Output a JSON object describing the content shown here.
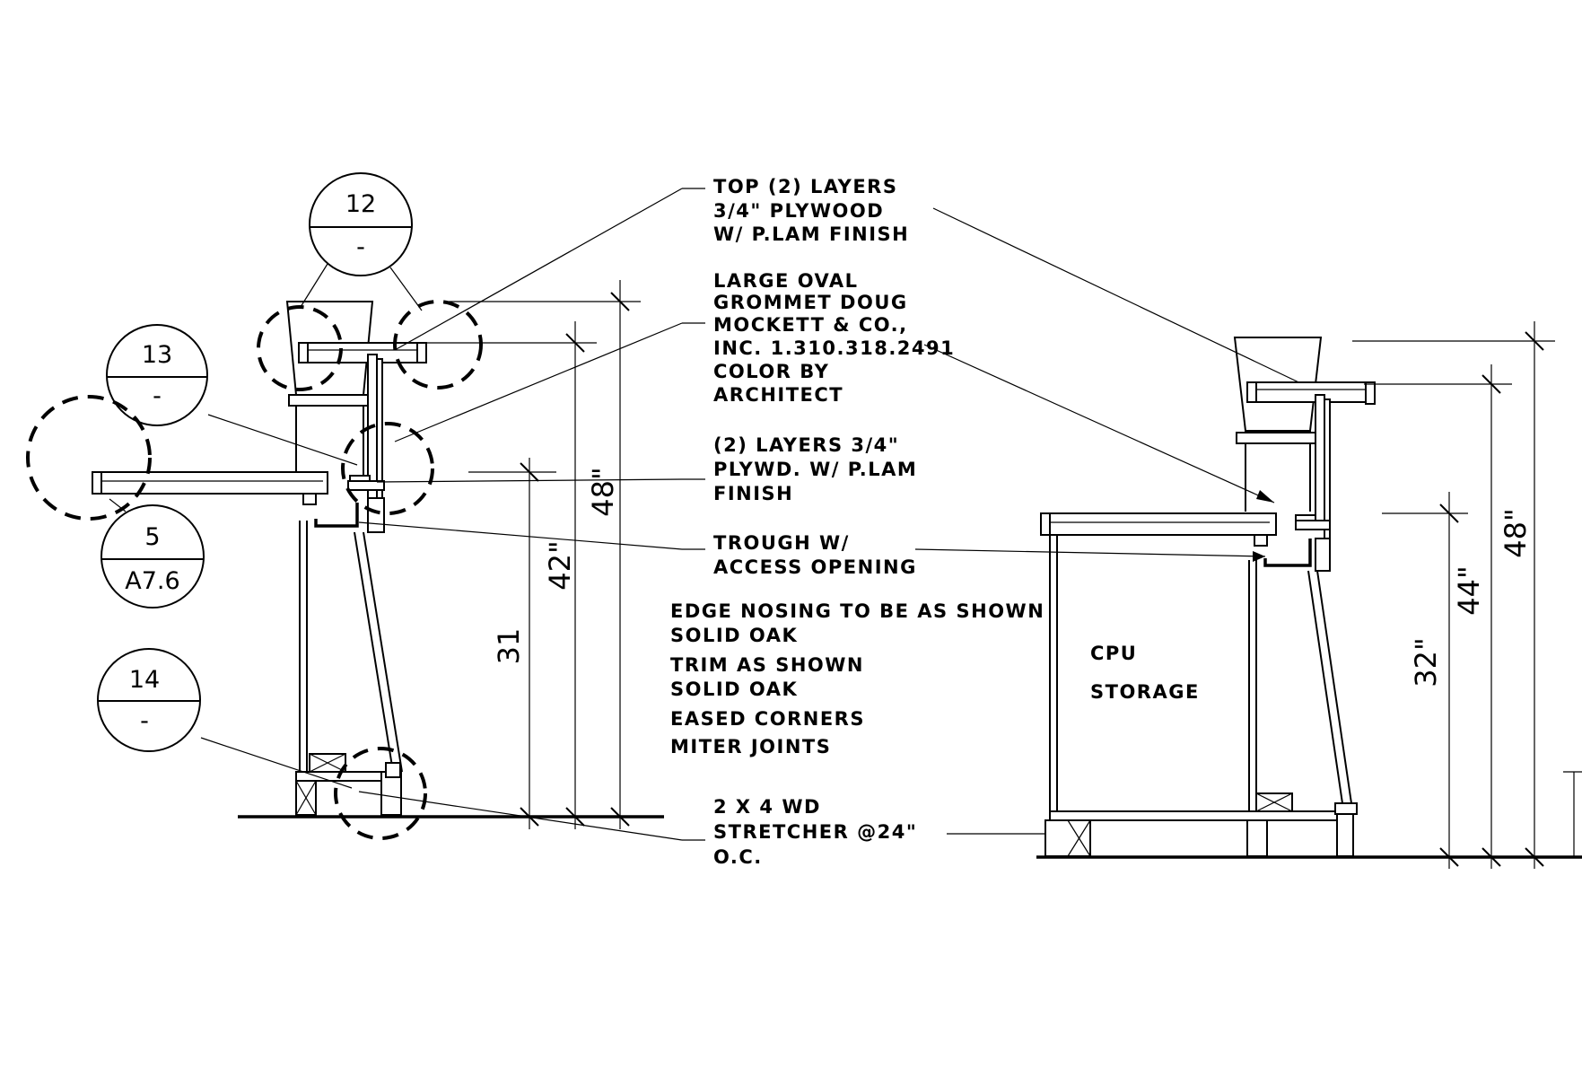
{
  "notes": {
    "top_layers": [
      "TOP (2) LAYERS",
      "3/4\" PLYWOOD",
      "W/ P.LAM FINISH"
    ],
    "grommet": [
      "LARGE OVAL",
      "GROMMET DOUG",
      "MOCKETT & CO.,",
      "INC. 1.310.318.2491",
      "COLOR BY",
      "ARCHITECT"
    ],
    "layers_plywd": [
      "(2) LAYERS 3/4\"",
      "PLYWD. W/ P.LAM",
      "FINISH"
    ],
    "trough": [
      "TROUGH W/",
      "ACCESS OPENING"
    ],
    "finish_notes": [
      "EDGE NOSING TO BE AS SHOWN",
      "SOLID OAK",
      "TRIM AS SHOWN",
      "SOLID OAK",
      "EASED CORNERS",
      "MITER JOINTS"
    ],
    "stretcher": [
      "2 X 4 WD",
      "STRETCHER @24\"",
      "O.C."
    ],
    "cpu_storage": [
      "CPU",
      "STORAGE"
    ]
  },
  "detail_tags": {
    "tag12": {
      "number": "12",
      "sheet": "-"
    },
    "tag13": {
      "number": "13",
      "sheet": "-"
    },
    "tag5": {
      "number": "5",
      "sheet": "A7.6"
    },
    "tag14": {
      "number": "14",
      "sheet": "-"
    }
  },
  "dimensions": {
    "left": {
      "d31": "31",
      "d42": "42\"",
      "d48": "48\""
    },
    "right": {
      "d32": "32\"",
      "d44": "44\"",
      "d48": "48\""
    }
  }
}
